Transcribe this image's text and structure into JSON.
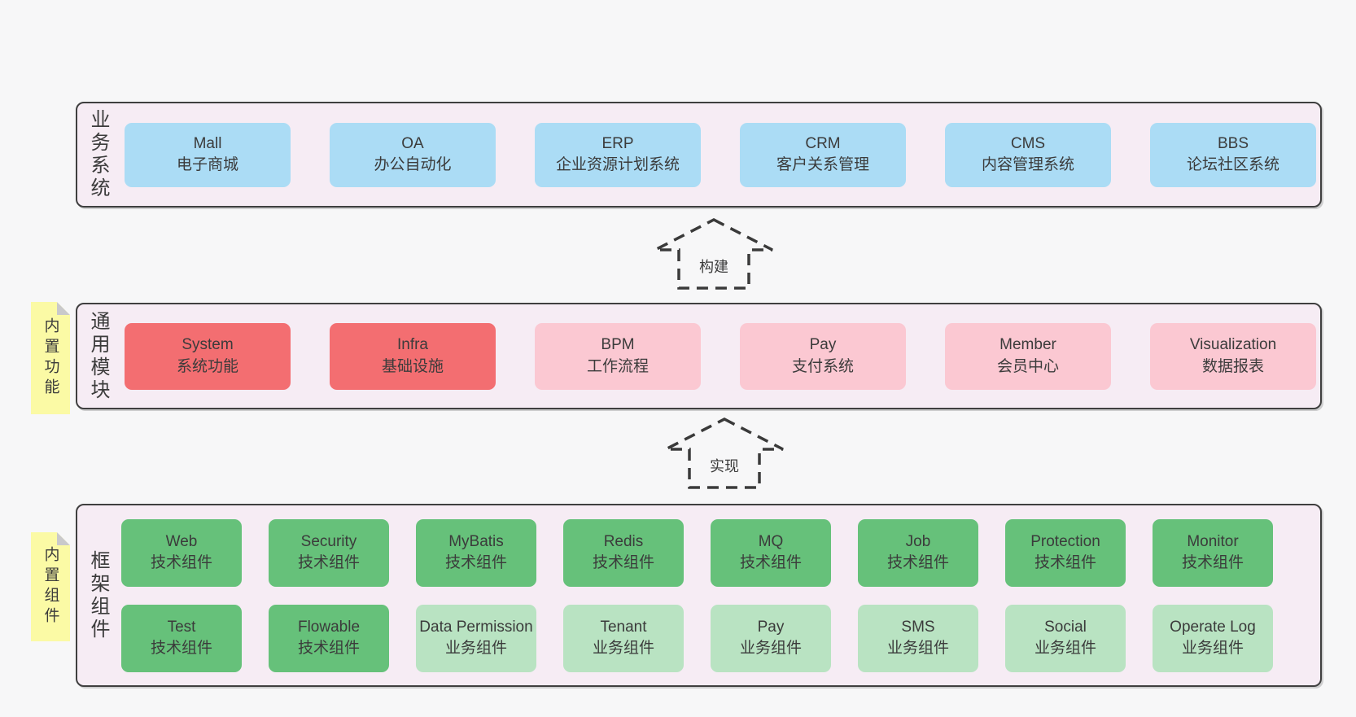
{
  "colors": {
    "page_bg": "#f7f7f8",
    "panel_bg": "#f6ecf4",
    "panel_border": "#3f3f3f",
    "blue": "#abdcf5",
    "red": "#f36e71",
    "pink": "#fbc8d2",
    "green": "#66c17a",
    "light_green": "#b9e3c2",
    "note_yellow": "#fbfaa5",
    "fold_gray": "#c9c9cb",
    "text": "#3b3b3b"
  },
  "side_notes": [
    {
      "text": "内置功能"
    },
    {
      "text": "内置组件"
    }
  ],
  "arrows": [
    {
      "label": "构建"
    },
    {
      "label": "实现"
    }
  ],
  "layers": [
    {
      "label": "业务系统",
      "boxes": [
        {
          "title": "Mall",
          "subtitle": "电子商城",
          "variant": "blue"
        },
        {
          "title": "OA",
          "subtitle": "办公自动化",
          "variant": "blue"
        },
        {
          "title": "ERP",
          "subtitle": "企业资源计划系统",
          "variant": "blue"
        },
        {
          "title": "CRM",
          "subtitle": "客户关系管理",
          "variant": "blue"
        },
        {
          "title": "CMS",
          "subtitle": "内容管理系统",
          "variant": "blue"
        },
        {
          "title": "BBS",
          "subtitle": "论坛社区系统",
          "variant": "blue"
        }
      ]
    },
    {
      "label": "通用模块",
      "boxes": [
        {
          "title": "System",
          "subtitle": "系统功能",
          "variant": "red"
        },
        {
          "title": "Infra",
          "subtitle": "基础设施",
          "variant": "red"
        },
        {
          "title": "BPM",
          "subtitle": "工作流程",
          "variant": "pink"
        },
        {
          "title": "Pay",
          "subtitle": "支付系统",
          "variant": "pink"
        },
        {
          "title": "Member",
          "subtitle": "会员中心",
          "variant": "pink"
        },
        {
          "title": "Visualization",
          "subtitle": "数据报表",
          "variant": "pink"
        }
      ]
    },
    {
      "label": "框架组件",
      "rows": [
        [
          {
            "title": "Web",
            "subtitle": "技术组件",
            "variant": "green"
          },
          {
            "title": "Security",
            "subtitle": "技术组件",
            "variant": "green"
          },
          {
            "title": "MyBatis",
            "subtitle": "技术组件",
            "variant": "green"
          },
          {
            "title": "Redis",
            "subtitle": "技术组件",
            "variant": "green"
          },
          {
            "title": "MQ",
            "subtitle": "技术组件",
            "variant": "green"
          },
          {
            "title": "Job",
            "subtitle": "技术组件",
            "variant": "green"
          },
          {
            "title": "Protection",
            "subtitle": "技术组件",
            "variant": "green"
          },
          {
            "title": "Monitor",
            "subtitle": "技术组件",
            "variant": "green"
          }
        ],
        [
          {
            "title": "Test",
            "subtitle": "技术组件",
            "variant": "green"
          },
          {
            "title": "Flowable",
            "subtitle": "技术组件",
            "variant": "green"
          },
          {
            "title": "Data Permission",
            "subtitle": "业务组件",
            "variant": "light-green"
          },
          {
            "title": "Tenant",
            "subtitle": "业务组件",
            "variant": "light-green"
          },
          {
            "title": "Pay",
            "subtitle": "业务组件",
            "variant": "light-green"
          },
          {
            "title": "SMS",
            "subtitle": "业务组件",
            "variant": "light-green"
          },
          {
            "title": "Social",
            "subtitle": "业务组件",
            "variant": "light-green"
          },
          {
            "title": "Operate Log",
            "subtitle": "业务组件",
            "variant": "light-green"
          }
        ]
      ]
    }
  ]
}
